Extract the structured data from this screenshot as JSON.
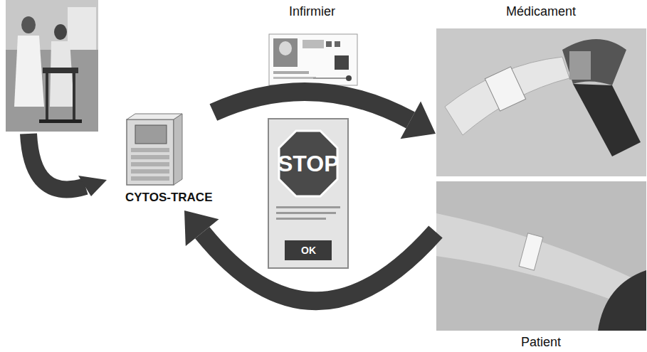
{
  "diagram": {
    "nodes": [
      {
        "text": [
          "Infirmier"
        ]
      },
      {
        "text": [
          "Médicament"
        ]
      },
      {
        "text": [
          "CYTOS-TRACE"
        ]
      },
      {
        "text": [
          "STOP",
          "OK"
        ]
      },
      {
        "text": [
          "Patient"
        ]
      }
    ],
    "edges": [
      {
        "from": 2,
        "to": 1,
        "arrow": "to"
      },
      {
        "from": 4,
        "to": 2,
        "arrow": "to"
      }
    ]
  }
}
